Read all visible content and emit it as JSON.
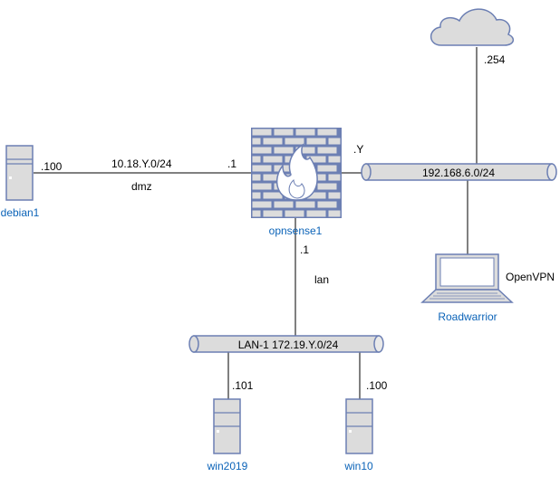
{
  "diagram": {
    "nodes": {
      "debian1": {
        "name": "debian1",
        "ip": ".100"
      },
      "opnsense1": {
        "name": "opnsense1",
        "ip_dmz": ".1",
        "ip_lan": ".1",
        "ip_wan": ".Y"
      },
      "roadwarrior": {
        "name": "Roadwarrior",
        "tag": "OpenVPN"
      },
      "win2019": {
        "name": "win2019",
        "ip": ".101"
      },
      "win10": {
        "name": "win10",
        "ip": ".100"
      },
      "internet": {
        "ip": ".254"
      }
    },
    "links": {
      "dmz": {
        "subnet": "10.18.Y.0/24",
        "label": "dmz"
      },
      "lan": {
        "label": "lan"
      }
    },
    "networks": {
      "wan": {
        "label": "192.168.6.0/24"
      },
      "lan1": {
        "label": "LAN-1 172.19.Y.0/24"
      }
    },
    "colors": {
      "accent_text": "#0b63b8",
      "shape_fill": "#dcdcdc",
      "shape_stroke": "#6c7fb3"
    }
  }
}
